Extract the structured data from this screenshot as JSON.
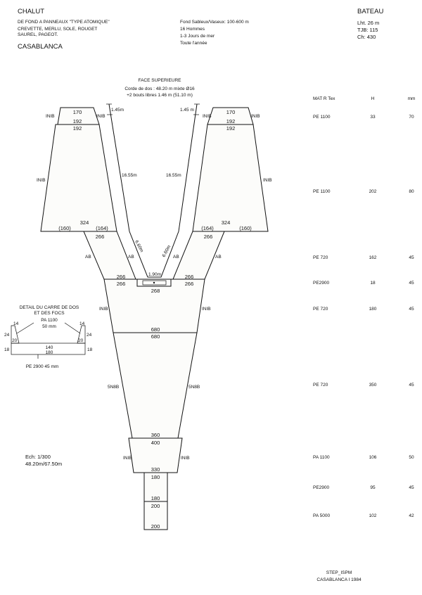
{
  "header": {
    "title": "CHALUT",
    "subtitle1": "DE FOND A PANNEAUX \"TYPE ATOMIQUE\"",
    "subtitle2": "CREVETTE, MERLU, SOLE, ROUGET",
    "subtitle3": "SAUREL, PAGEOT.",
    "place": "CASABLANCA",
    "conditions": [
      "Fond Sableux/Vaseux: 100-600 m",
      "16 Hommes",
      "1-3 Jours de mer",
      "Toute l'année"
    ],
    "boat_title": "BATEAU",
    "boat": [
      "Lht. 26 m",
      "TJB: 115",
      "Ch: 430"
    ]
  },
  "drawing": {
    "face_title": "FACE SUPERIEURE",
    "headline1": "Corde de dos : 48.20 m mixte Ø16",
    "headline2": "+2 bouts libres 1.46 m (51.10 m)",
    "rope_free_l": "1.45m",
    "rope_free_r": "1.45 m",
    "rope_wing_l": "16.55m",
    "rope_wing_r": "16.55m",
    "rope_sq_l": "6.60m",
    "rope_sq_r": "6.60m",
    "rope_center": "1.90m",
    "cut_inib": "INIB",
    "cut_ab": "AB",
    "cut_5n8b": "5N8B",
    "wing_top": "170",
    "wing_mid": "192",
    "wing_mid2": "192",
    "wing_bot": "324",
    "wing_bot_out": "(160)",
    "wing_bot_in": "(164)",
    "sq_top": "266",
    "sq_bot": "266",
    "belly_top": "266",
    "center_bot": "268",
    "belly_mid1": "680",
    "belly_mid2": "680",
    "ext_top": "360",
    "ext_top2": "400",
    "ext_bot": "330",
    "cod1_top": "180",
    "cod1_bot": "180",
    "cod2_top": "200",
    "cod2_bot": "200"
  },
  "detail": {
    "title1": "DETAIL DU CARRE DE DOS",
    "title2": "ET DES FOCS",
    "mat1": "PA 1100",
    "mesh1": "50 mm",
    "n14": "14",
    "n24": "24",
    "n20a": "20",
    "n20b": "20",
    "n18": "18",
    "n140": "140",
    "n180": "180",
    "mat2": "PE 2900  45 mm"
  },
  "scale": {
    "ech": "Ech: 1/300",
    "ratio": "48.20m/67.50m"
  },
  "table": {
    "headers": [
      "MAT R Tex",
      "H",
      "mm"
    ],
    "rows": [
      [
        "PE 1100",
        "33",
        "70"
      ],
      [
        "PE 1100",
        "202",
        "80"
      ],
      [
        "PE 720",
        "162",
        "45"
      ],
      [
        "PE2900",
        "18",
        "45"
      ],
      [
        "PE 720",
        "180",
        "45"
      ],
      [
        "PE 720",
        "350",
        "45"
      ],
      [
        "PA 1100",
        "106",
        "50"
      ],
      [
        "PE2900",
        "95",
        "45"
      ],
      [
        "PA 5000",
        "102",
        "42"
      ]
    ]
  },
  "footer": {
    "line1": "STEP_ISPM",
    "line2": "CASABLANCA  I  1984"
  }
}
